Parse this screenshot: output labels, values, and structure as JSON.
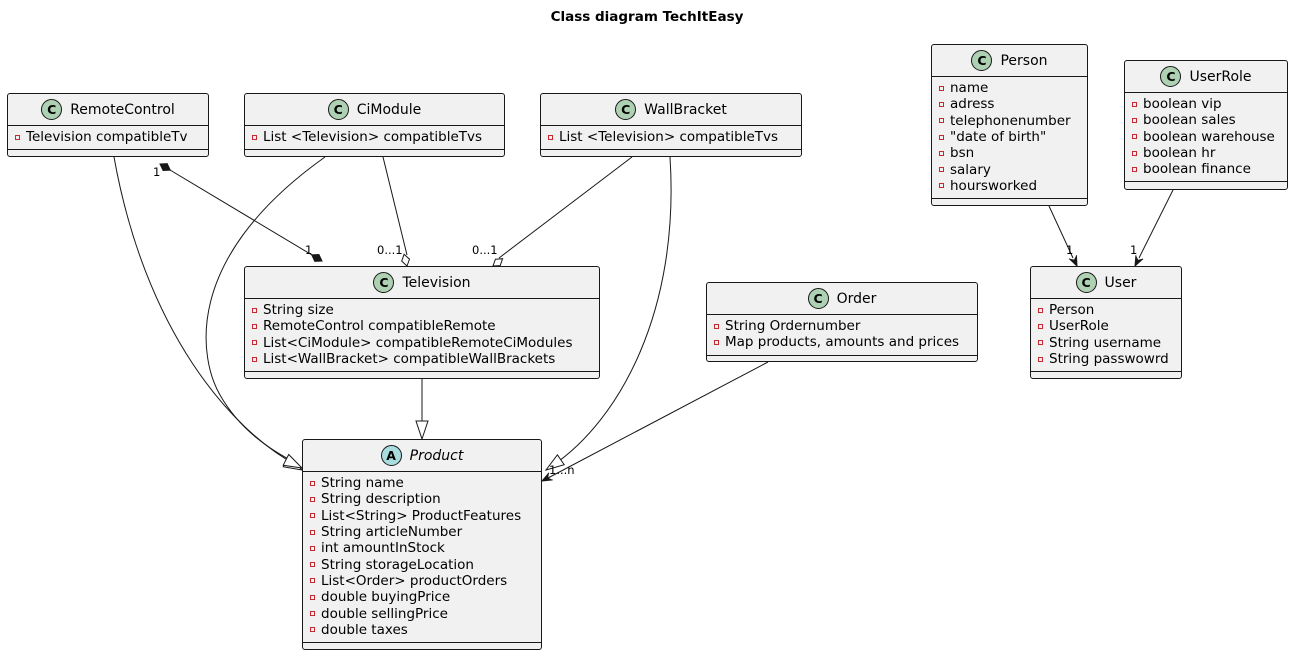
{
  "title": "Class diagram TechItEasy",
  "classes": {
    "remote_control": {
      "badge": "C",
      "name": "RemoteControl",
      "fields": [
        "Television compatibleTv"
      ]
    },
    "ci_module": {
      "badge": "C",
      "name": "CiModule",
      "fields": [
        "List <Television> compatibleTvs"
      ]
    },
    "wall_bracket": {
      "badge": "C",
      "name": "WallBracket",
      "fields": [
        "List <Television> compatibleTvs"
      ]
    },
    "person": {
      "badge": "C",
      "name": "Person",
      "fields": [
        "name",
        "adress",
        "telephonenumber",
        "\"date of birth\"",
        "bsn",
        "salary",
        "hoursworked"
      ]
    },
    "user_role": {
      "badge": "C",
      "name": "UserRole",
      "fields": [
        "boolean vip",
        "boolean sales",
        "boolean warehouse",
        "boolean hr",
        "boolean finance"
      ]
    },
    "television": {
      "badge": "C",
      "name": "Television",
      "fields": [
        "String size",
        "RemoteControl compatibleRemote",
        "List<CiModule> compatibleRemoteCiModules",
        "List<WallBracket> compatibleWallBrackets"
      ]
    },
    "order": {
      "badge": "C",
      "name": "Order",
      "fields": [
        "String Ordernumber",
        "Map products, amounts and prices"
      ]
    },
    "user": {
      "badge": "C",
      "name": "User",
      "fields": [
        "Person",
        "UserRole",
        "String username",
        "String passwowrd"
      ]
    },
    "product": {
      "badge": "A",
      "name": "Product",
      "abstract": true,
      "fields": [
        "String name",
        "String description",
        "List<String> ProductFeatures",
        "String articleNumber",
        "int amountInStock",
        "String storageLocation",
        "List<Order> productOrders",
        "double buyingPrice",
        "double sellingPrice",
        "double taxes"
      ]
    }
  },
  "relations": [
    {
      "from": "remote_control",
      "to": "television",
      "kind": "composition",
      "from_label": "1",
      "to_label": "1"
    },
    {
      "from": "ci_module",
      "to": "television",
      "kind": "aggregation",
      "to_label": "0...1"
    },
    {
      "from": "wall_bracket",
      "to": "television",
      "kind": "aggregation",
      "to_label": "0...1"
    },
    {
      "from": "remote_control",
      "to": "product",
      "kind": "inheritance"
    },
    {
      "from": "ci_module",
      "to": "product",
      "kind": "inheritance"
    },
    {
      "from": "wall_bracket",
      "to": "product",
      "kind": "inheritance"
    },
    {
      "from": "television",
      "to": "product",
      "kind": "inheritance"
    },
    {
      "from": "order",
      "to": "product",
      "kind": "association",
      "to_label": "1...n"
    },
    {
      "from": "person",
      "to": "user",
      "kind": "association",
      "to_label": "1"
    },
    {
      "from": "user_role",
      "to": "user",
      "kind": "association",
      "to_label": "1"
    }
  ],
  "colors": {
    "class_fill": "#f1f1f1",
    "class_badge": "#add1b2",
    "abstract_badge": "#a9dcdf",
    "border": "#181818",
    "private_marker": "#c82930"
  }
}
